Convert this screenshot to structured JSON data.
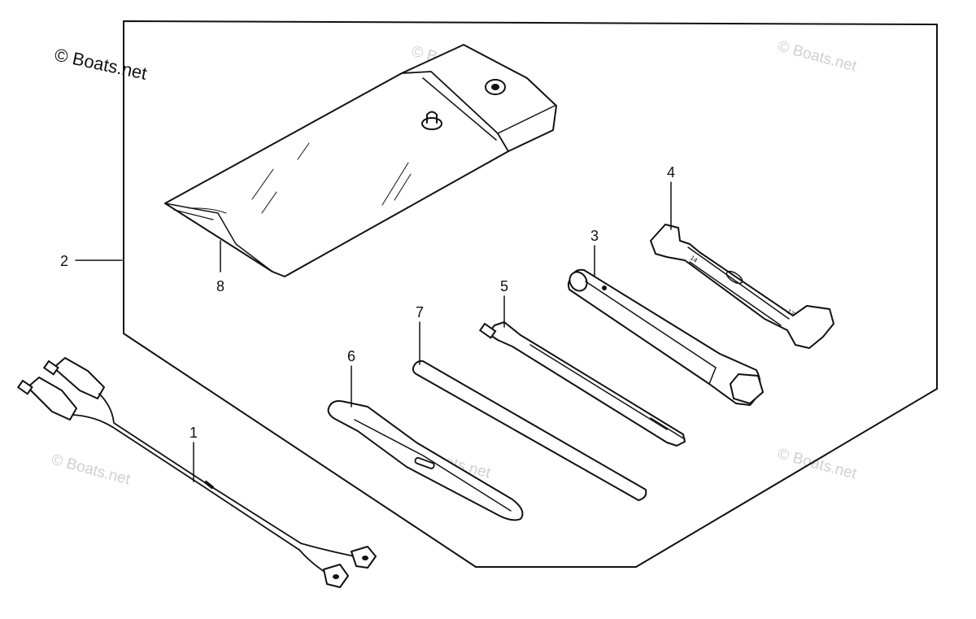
{
  "copyright": "© Boats.net",
  "watermark_text": "© Boats.net",
  "callouts": [
    "1",
    "2",
    "3",
    "4",
    "5",
    "6",
    "7",
    "8"
  ],
  "colors": {
    "ink": "#111111",
    "watermark": "#cfcfcf",
    "background": "#ffffff"
  }
}
